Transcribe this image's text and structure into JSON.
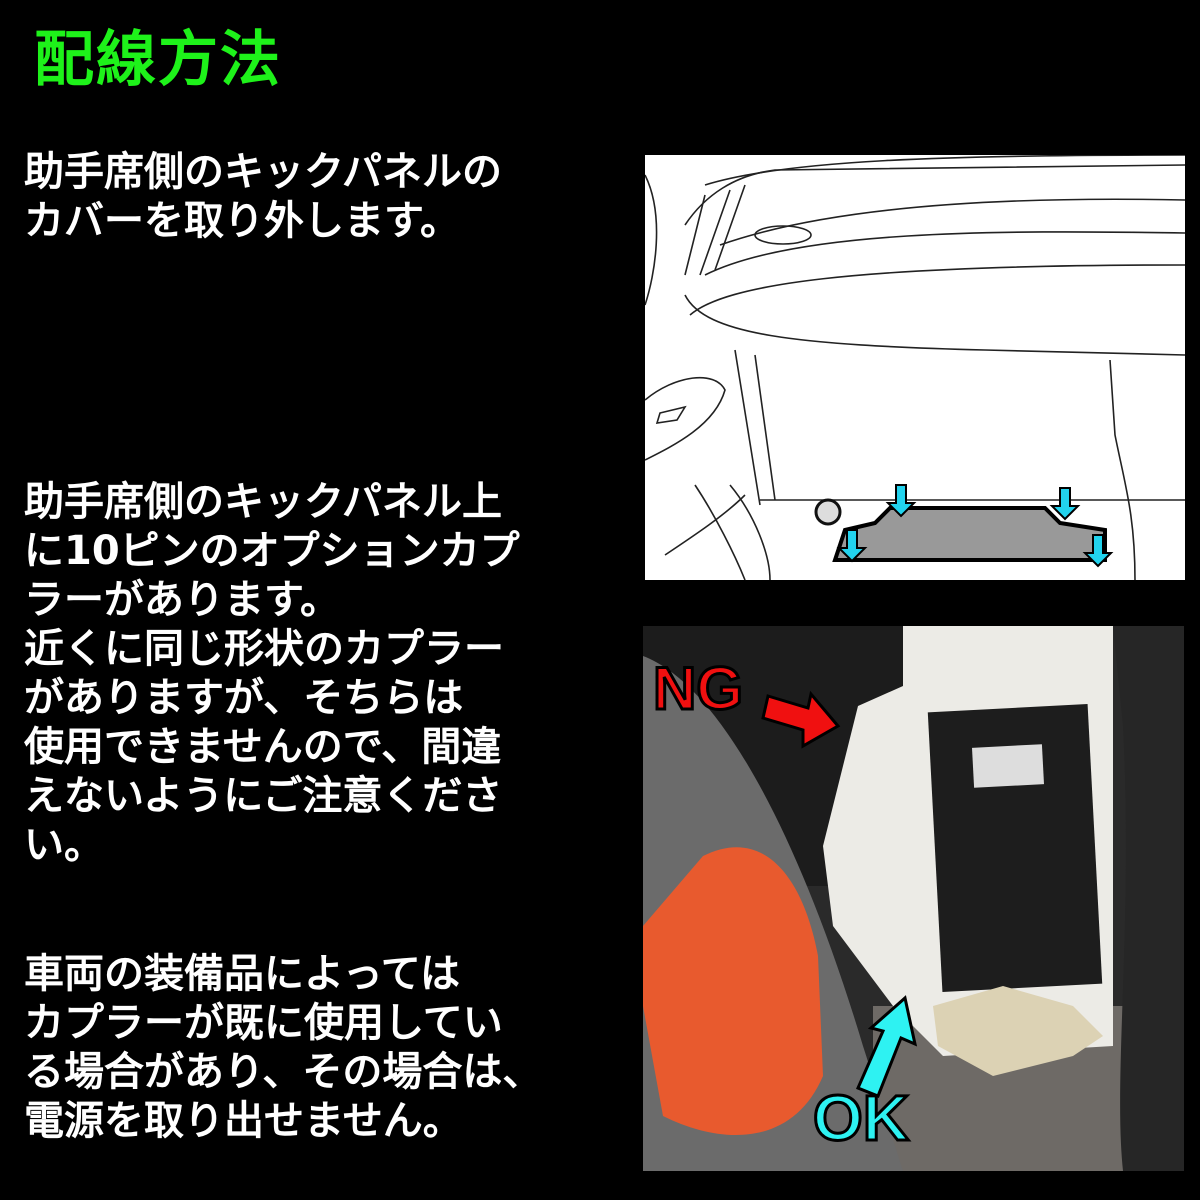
{
  "header": {
    "title": "配線方法",
    "title_color": "#1EF21A"
  },
  "steps": [
    {
      "text": "助手席側のキックパネルの\nカバーを取り外します。"
    },
    {
      "text": "助手席側のキックパネル上\nに10ピンのオプションカプ\nラーがあります。\n近くに同じ形状のカプラー\nがありますが、そちらは\n使用できませんので、間違\nえないようにご注意くださ\nい。"
    },
    {
      "text": "車両の装備品によっては\nカプラーが既に使用してい\nる場合があり、その場合は、\n電源を取り出せません。"
    }
  ],
  "figures": {
    "illustration": {
      "description": "kick-panel-cover-line-drawing",
      "arrow_color": "#22D3EE",
      "panel_color": "#999999"
    },
    "photo": {
      "ng_label": "NG",
      "ng_color": "#F01010",
      "ok_label": "OK",
      "ok_color": "#2EF2F2"
    }
  }
}
